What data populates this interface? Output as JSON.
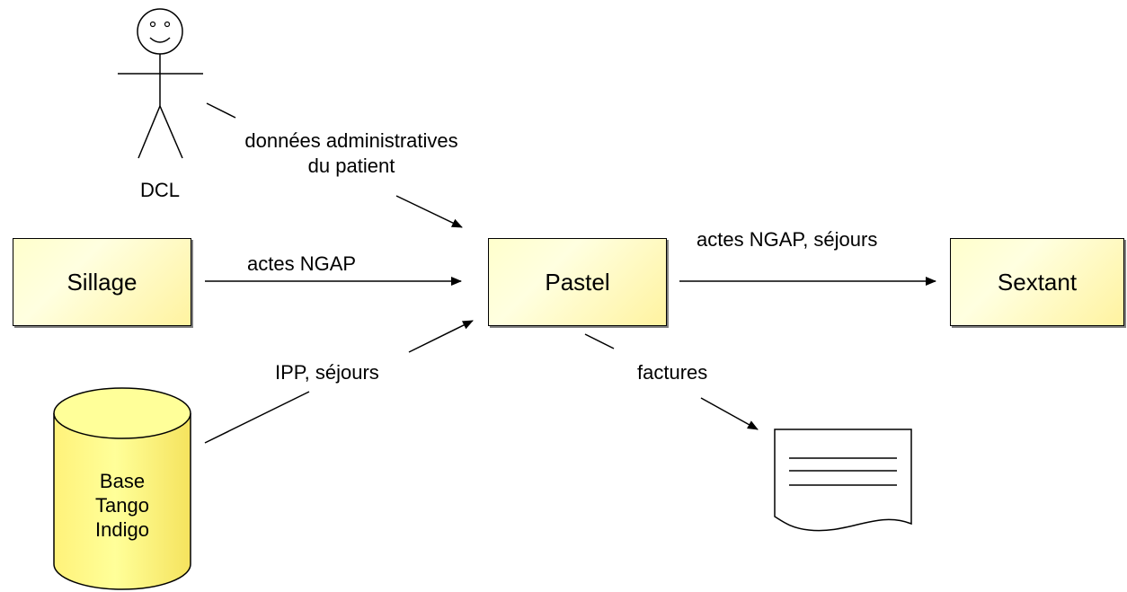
{
  "actor": {
    "label": "DCL",
    "icon": "stick-figure-icon"
  },
  "systems": {
    "sillage": "Sillage",
    "pastel": "Pastel",
    "sextant": "Sextant"
  },
  "database": {
    "icon": "cylinder-database-icon",
    "lines": [
      "Base",
      "Tango",
      "Indigo"
    ]
  },
  "document": {
    "icon": "document-icon"
  },
  "flows": {
    "dcl_to_pastel": [
      "données administratives",
      "du patient"
    ],
    "sillage_to_pastel": "actes NGAP",
    "db_to_pastel": "IPP, séjours",
    "pastel_to_sextant": "actes NGAP, séjours",
    "pastel_to_document": "factures"
  },
  "colors": {
    "box_fill": "#ffffcc",
    "box_fill_end": "#fff3a0",
    "db_fill": "#ffff99",
    "stroke": "#000000",
    "shadow": "#808080"
  }
}
